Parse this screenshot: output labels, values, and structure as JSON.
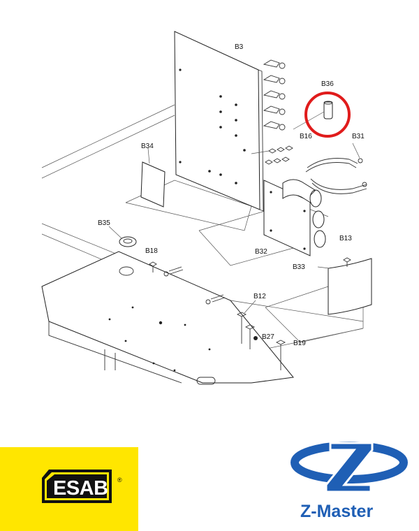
{
  "labels": {
    "b3": "B3",
    "b36": "B36",
    "b16": "B16",
    "b31": "B31",
    "b34": "B34",
    "b35": "B35",
    "b18": "B18",
    "b32": "B32",
    "b13": "B13",
    "b33": "B33",
    "b12": "B12",
    "b27": "B27",
    "b19": "B19"
  },
  "highlight": {
    "part": "B36",
    "color": "#e01b1b"
  },
  "logos": {
    "esab": {
      "text": "ESAB",
      "reg": "®",
      "color": "#ffe600"
    },
    "zmaster": {
      "text": "Z-Master",
      "color": "#1f5fb5"
    }
  }
}
